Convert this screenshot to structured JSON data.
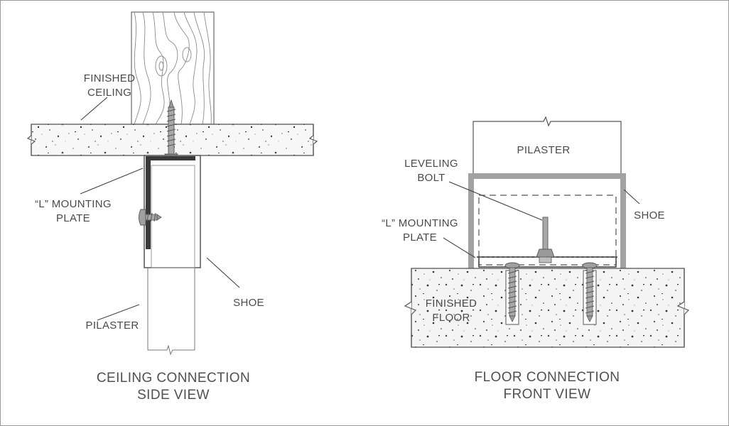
{
  "ceiling": {
    "finished_ceiling": [
      "FINISHED",
      "CEILING"
    ],
    "mounting_plate": [
      "“L” MOUNTING",
      "PLATE"
    ],
    "pilaster": "PILASTER",
    "shoe": "SHOE",
    "title": [
      "CEILING CONNECTION",
      "SIDE VIEW"
    ]
  },
  "floor": {
    "pilaster": "PILASTER",
    "leveling_bolt": [
      "LEVELING",
      "BOLT"
    ],
    "mounting_plate": [
      "“L” MOUNTING",
      "PLATE"
    ],
    "shoe": "SHOE",
    "finished_floor": [
      "FINISHED",
      "FLOOR"
    ],
    "title": [
      "FLOOR CONNECTION",
      "FRONT VIEW"
    ]
  }
}
